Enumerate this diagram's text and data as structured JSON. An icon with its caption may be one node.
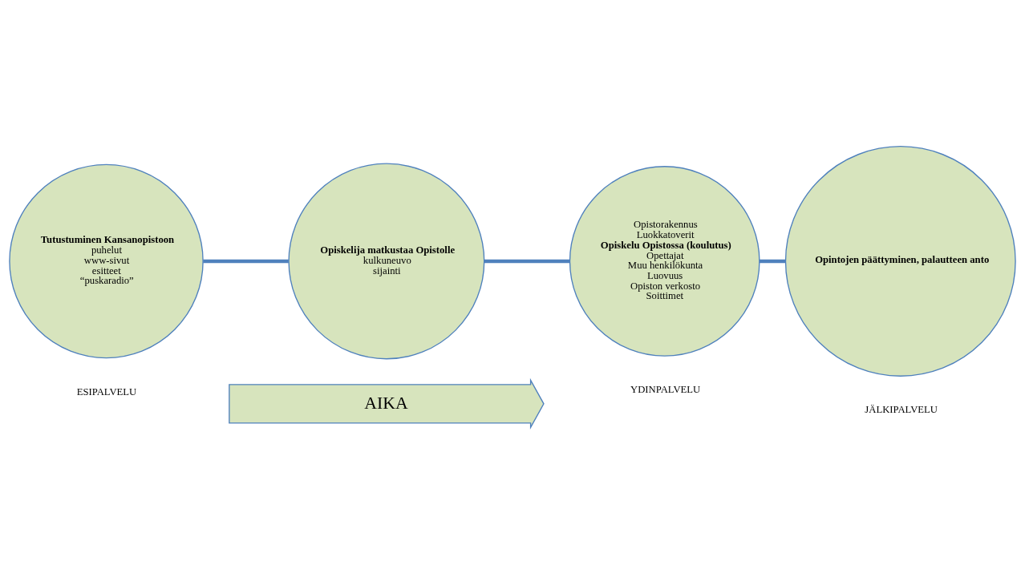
{
  "diagram": {
    "nodes": [
      {
        "text": [
          "Tutustuminen Kansanopistoon",
          "puhelut",
          "www-sivut",
          "esitteet",
          "“puskaradio”"
        ]
      },
      {
        "text": [
          "Opiskelija matkustaa Opistolle",
          "kulkuneuvo",
          "sijainti"
        ]
      },
      {
        "text": [
          "Opistorakennus",
          "Luokkatoverit",
          "Opiskelu Opistossa (koulutus)",
          "Opettajat",
          "Muu henkilökunta",
          "Luovuus",
          "Opiston verkosto",
          "Soittimet"
        ]
      },
      {
        "text": [
          "Opintojen päättyminen, palautteen anto"
        ]
      },
      {
        "text": [
          "AIKA"
        ]
      }
    ],
    "edges": [
      {
        "from": 0,
        "to": 1,
        "arrow": "none"
      },
      {
        "from": 1,
        "to": 2,
        "arrow": "none"
      },
      {
        "from": 2,
        "to": 3,
        "arrow": "none"
      }
    ],
    "labels": [
      "ESIPALVELU",
      "YDINPALVELU",
      "JÄLKIPALVELU"
    ]
  }
}
